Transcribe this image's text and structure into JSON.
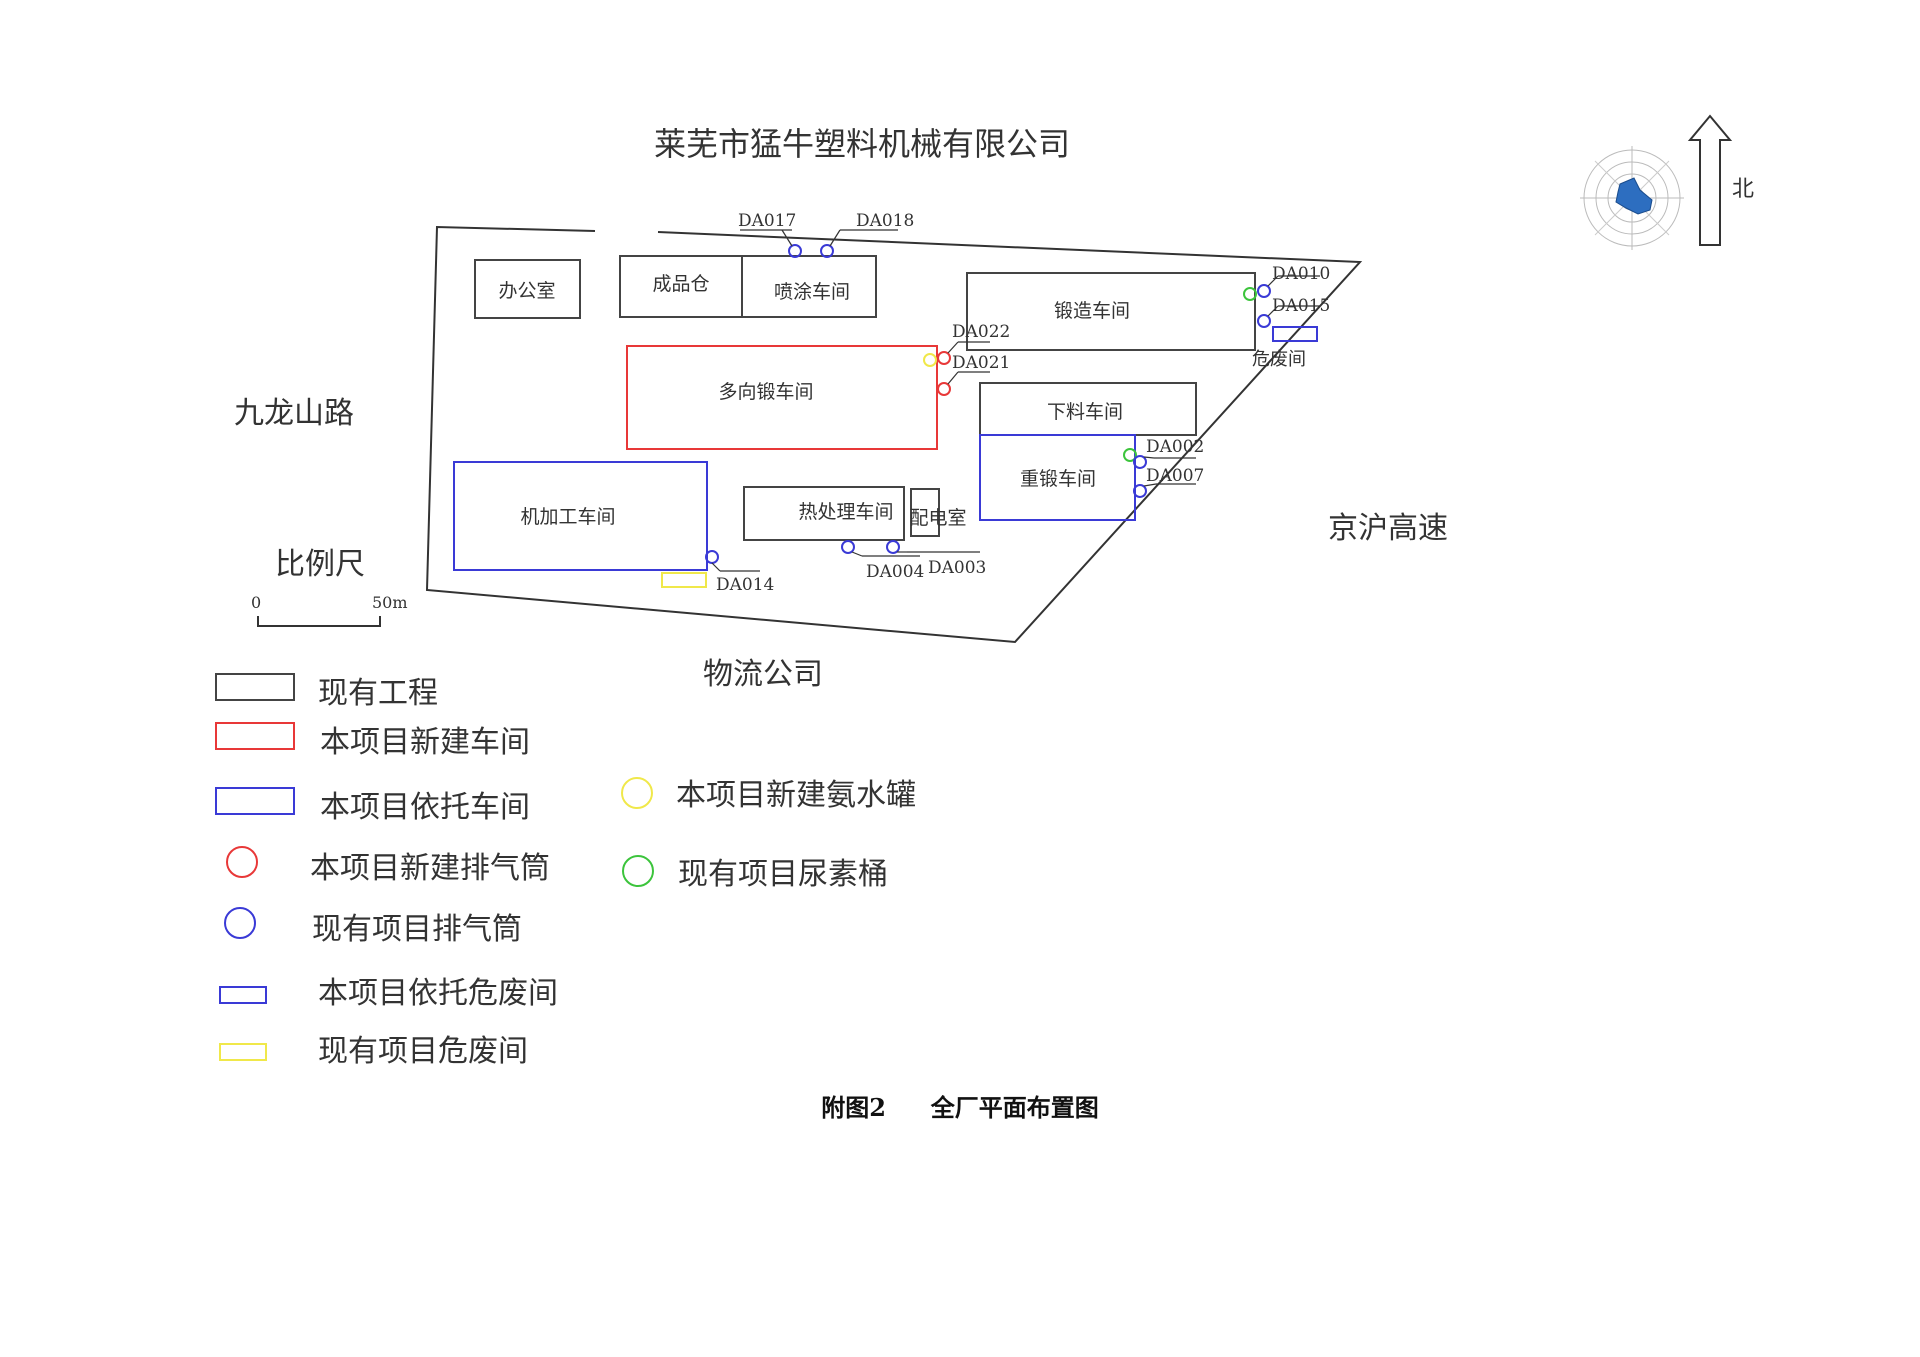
{
  "title": "莱芜市猛牛塑料机械有限公司",
  "north_label": "北",
  "roads": {
    "west": "九龙山路",
    "east": "京沪高速",
    "south": "物流公司"
  },
  "scale": {
    "title": "比例尺",
    "start": "0",
    "end": "50m"
  },
  "buildings": {
    "office": "办公室",
    "finished_goods": "成品仓",
    "spray": "喷涂车间",
    "forging": "锻造车间",
    "multi_forging": "多向锻车间",
    "blanking": "下料车间",
    "heavy_forging": "重锻车间",
    "machining": "机加工车间",
    "heat_treatment": "热处理车间",
    "power_room": "配电室",
    "hazard_room": "危废间"
  },
  "stacks": {
    "da017": "DA017",
    "da018": "DA018",
    "da010": "DA010",
    "da015": "DA015",
    "da022": "DA022",
    "da021": "DA021",
    "da002": "DA002",
    "da007": "DA007",
    "da014": "DA014",
    "da004": "DA004",
    "da003": "DA003"
  },
  "legend": {
    "existing": "现有工程",
    "new_workshop": "本项目新建车间",
    "relied_workshop": "本项目依托车间",
    "new_stack": "本项目新建排气筒",
    "existing_stack": "现有项目排气筒",
    "relied_hazard": "本项目依托危废间",
    "existing_hazard": "现有项目危废间",
    "new_ammonia": "本项目新建氨水罐",
    "existing_urea": "现有项目尿素桶"
  },
  "caption": {
    "label": "附图2",
    "text": "全厂平面布置图"
  },
  "colors": {
    "existing": "#444444",
    "new": "#e83838",
    "relied": "#3a3ad6",
    "ammonia": "#f0e84a",
    "urea": "#3cc43c"
  }
}
